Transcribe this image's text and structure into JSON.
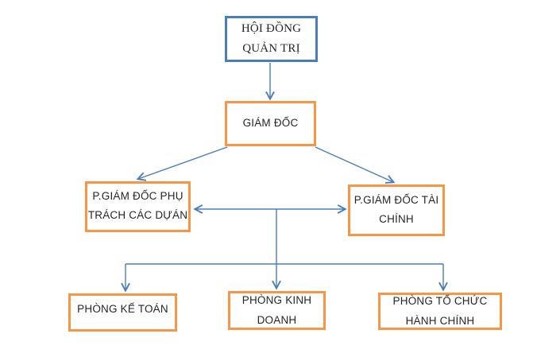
{
  "diagram": {
    "type": "org-chart",
    "language": "vi",
    "colors": {
      "board_border": "#4A7EBB",
      "department_border": "#F79646",
      "connector": "#4A7EBB",
      "text": "#262626",
      "background": "#ffffff"
    },
    "nodes": {
      "board": {
        "label": "HỘI ĐỒNG QUẢN TRỊ"
      },
      "director": {
        "label": "GIÁM ĐỐC"
      },
      "deputy_projects": {
        "label": "P.GIÁM ĐỐC PHỤ TRÁCH CÁC DỰÁN"
      },
      "deputy_finance": {
        "label": "P.GIÁM ĐỐC TÀI CHÍNH"
      },
      "dept_accounting": {
        "label": "PHÒNG KẾ TOÁN"
      },
      "dept_business": {
        "label": "PHÒNG KINH DOANH"
      },
      "dept_admin": {
        "label": "PHÒNG TỔ CHỨC HÀNH CHÍNH"
      }
    },
    "edges": [
      {
        "from": "board",
        "to": "director",
        "style": "arrow"
      },
      {
        "from": "director",
        "to": "deputy_projects",
        "style": "arrow"
      },
      {
        "from": "director",
        "to": "deputy_finance",
        "style": "arrow"
      },
      {
        "from": "deputy_projects",
        "to": "deputy_finance",
        "style": "double-arrow"
      },
      {
        "from": "deputies",
        "to": "dept_accounting",
        "style": "arrow"
      },
      {
        "from": "deputies",
        "to": "dept_business",
        "style": "arrow"
      },
      {
        "from": "deputies",
        "to": "dept_admin",
        "style": "arrow"
      }
    ]
  }
}
